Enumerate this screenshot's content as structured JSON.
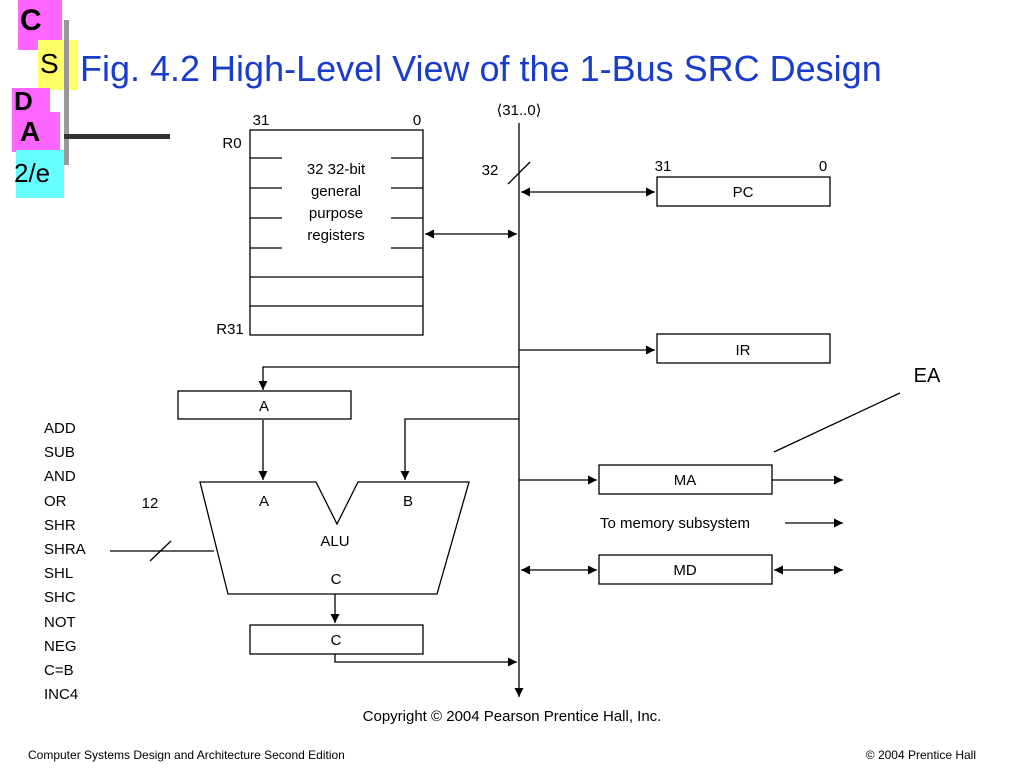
{
  "logo": {
    "letters": [
      "C",
      "S",
      "D",
      "A"
    ],
    "edition": "2/e",
    "colors": {
      "magenta": "#ff66ff",
      "yellow": "#ffff66",
      "cyan": "#66ffff",
      "bar": "#333333"
    }
  },
  "title": "Fig. 4.2  High-Level View of the 1-Bus SRC Design",
  "diagram": {
    "bus_label": "⟨31..0⟩",
    "bus_width": "32",
    "register_file": {
      "msb": "31",
      "lsb": "0",
      "first_reg": "R0",
      "last_reg": "R31",
      "text_lines": [
        "32 32-bit",
        "general",
        "purpose",
        "registers"
      ]
    },
    "pc": {
      "msb": "31",
      "lsb": "0",
      "label": "PC"
    },
    "ir": {
      "label": "IR"
    },
    "a_reg": {
      "label": "A"
    },
    "alu": {
      "label": "ALU",
      "in_a": "A",
      "in_b": "B",
      "out_c": "C"
    },
    "c_reg": {
      "label": "C"
    },
    "ma": {
      "label": "MA"
    },
    "md": {
      "label": "MD"
    },
    "memory_note": "To memory subsystem",
    "ea_label": "EA",
    "control_width": "12",
    "operations": [
      "ADD",
      "SUB",
      "AND",
      "OR",
      "SHR",
      "SHRA",
      "SHL",
      "SHC",
      "NOT",
      "NEG",
      "C=B",
      "INC4"
    ],
    "copyright": "Copyright © 2004 Pearson Prentice Hall, Inc."
  },
  "footer": {
    "left": "Computer Systems Design and Architecture Second Edition",
    "right": "© 2004 Prentice Hall"
  },
  "colors": {
    "title": "#1a3ccc",
    "line": "#000000"
  }
}
